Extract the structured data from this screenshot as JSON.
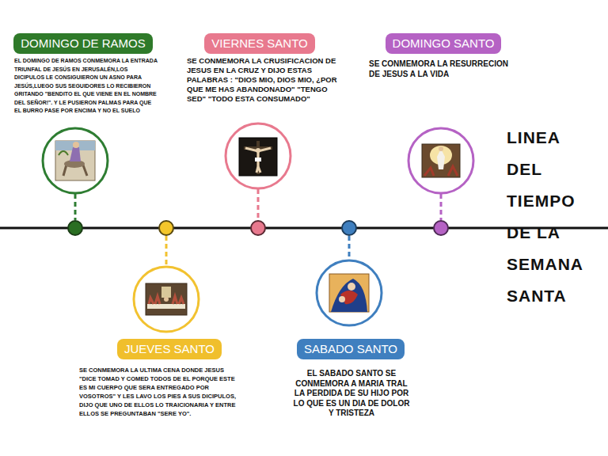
{
  "diagram": {
    "title": "LINEA DEL TIEMPO DE LA SEMANA SANTA",
    "nodes": [
      {
        "text": [
          "DOMINGO DE RAMOS",
          "EL DOMINGO DE RAMOS CONMEMORA LA ENTRADA TRIUNFAL DE JESÚS EN JERUSALÉN,LOS DICIPULOS LE CONSIGUIERON UN ASNO PARA JESÚS,LUEGO SUS SEGUIDORES LO RECIBIERON GRITANDO \"BENDITO EL QUE VIENE EN EL NOMBRE DEL SEÑOR!\". Y LE PUSIERON PALMAS PARA QUE EL BURRO PASE POR ENCIMA Y NO EL SUELO"
        ]
      },
      {
        "text": [
          "JUEVES SANTO",
          "SE CONMEMORA LA ULTIMA CENA DONDE JESUS \"DICE TOMAD Y COMED TODOS DE EL PORQUE ESTE ES MI CUERPO QUE SERA ENTREGADO POR VOSOTROS\" Y LES LAVO LOS PIES A SUS DICIPULOS, DIJO QUE UNO DE ELLOS LO TRAICIONARIA Y ENTRE ELLOS SE PREGUNTABAN \"SERE YO\"."
        ]
      },
      {
        "text": [
          "VIERNES SANTO",
          "SE CONMEMORA LA CRUSIFICACION DE JESUS EN LA CRUZ Y DIJO ESTAS PALABRAS : \"DIOS MIO, DIOS MIO, ¿POR QUE ME HAS ABANDONADO\" \"TENGO SED\" \"TODO ESTA CONSUMADO\""
        ]
      },
      {
        "text": [
          "SABADO SANTO",
          "EL SABADO SANTO SE CONMEMORA A MARIA TRAL LA PERDIDA DE SU HIJO POR LO QUE ES UN DIA DE DOLOR Y TRISTEZA"
        ]
      },
      {
        "text": [
          "DOMINGO SANTO",
          "SE CONMEMORA LA RESURRECION DE JESUS A LA VIDA"
        ]
      }
    ]
  }
}
